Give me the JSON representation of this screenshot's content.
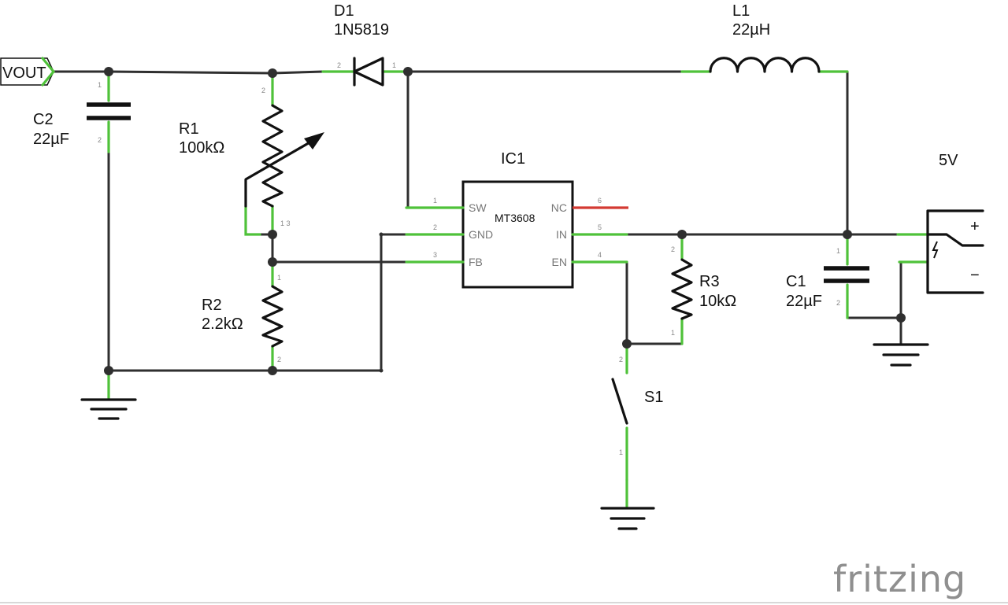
{
  "net_label": {
    "text": "VOUT"
  },
  "components": {
    "d1": {
      "ref": "D1",
      "value": "1N5819",
      "pins": [
        "2",
        "1"
      ]
    },
    "l1": {
      "ref": "L1",
      "value": "22µH"
    },
    "c2": {
      "ref": "C2",
      "value": "22µF",
      "pins": [
        "1",
        "2"
      ]
    },
    "r1": {
      "ref": "R1",
      "value": "100kΩ",
      "pins": [
        "2",
        "1 3"
      ]
    },
    "r2": {
      "ref": "R2",
      "value": "2.2kΩ",
      "pins": [
        "1",
        "2"
      ]
    },
    "ic1": {
      "ref": "IC1",
      "part": "MT3608",
      "left_pins": [
        {
          "num": "1",
          "name": "SW"
        },
        {
          "num": "2",
          "name": "GND"
        },
        {
          "num": "3",
          "name": "FB"
        }
      ],
      "right_pins": [
        {
          "num": "6",
          "name": "NC"
        },
        {
          "num": "5",
          "name": "IN"
        },
        {
          "num": "4",
          "name": "EN"
        }
      ]
    },
    "r3": {
      "ref": "R3",
      "value": "10kΩ",
      "pins": [
        "2",
        "1"
      ]
    },
    "s1": {
      "ref": "S1",
      "pins": [
        "2",
        "1"
      ]
    },
    "c1": {
      "ref": "C1",
      "value": "22µF",
      "pins": [
        "1",
        "2"
      ]
    },
    "supply": {
      "label": "5V",
      "plus": "+",
      "minus": "−"
    }
  },
  "watermark": {
    "text": "fritzing"
  },
  "colors": {
    "wire": "#2f2f2f",
    "pin": "#4fc23a",
    "nc_pin": "#d33a33",
    "symbol": "#111111",
    "watermark": "#8f8f8f"
  }
}
